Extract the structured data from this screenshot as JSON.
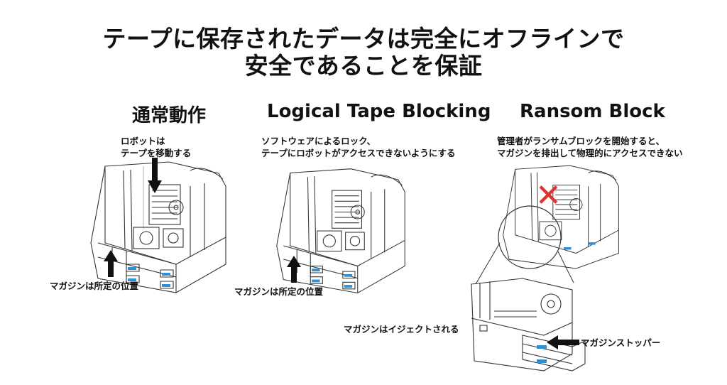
{
  "title": {
    "line1": "テープに保存されたデータは完全にオフラインで",
    "line2": "安全であることを保証"
  },
  "columns": [
    {
      "heading": "通常動作",
      "note_lines": [
        "ロボットは",
        "テープを移動する"
      ],
      "magazine_label": "マガジンは所定の位置"
    },
    {
      "heading": "Logical Tape Blocking",
      "note_lines": [
        "ソフトウェアによるロック、",
        "テープにロボットがアクセスできないようにする"
      ],
      "magazine_label": "マガジンは所定の位置"
    },
    {
      "heading": "Ransom Block",
      "note_lines": [
        "管理者がランサムブロックを開始すると、",
        "マガジンを排出して物理的にアクセスできない"
      ],
      "eject_label": "マガジンはイジェクトされる",
      "stopper_label": "マガジンストッパー",
      "blocked_mark": "✕"
    }
  ],
  "colors": {
    "blocked_mark": "#e0332e",
    "arrow": "#111111",
    "line": "#333333"
  },
  "icons": [
    "down-arrow-icon",
    "up-arrow-icon",
    "left-arrow-icon",
    "blocked-x-icon"
  ]
}
